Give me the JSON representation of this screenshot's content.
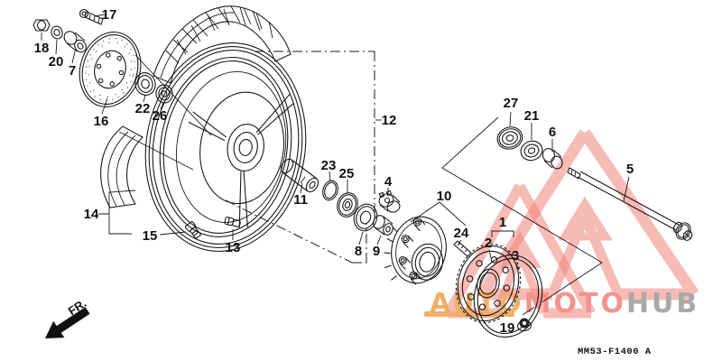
{
  "callouts": {
    "n1": "1",
    "n2": "2",
    "n3": "3",
    "n4": "4",
    "n5": "5",
    "n6": "6",
    "n7": "7",
    "n8": "8",
    "n9": "9",
    "n10": "10",
    "n11": "11",
    "n12": "12",
    "n13": "13",
    "n14": "14",
    "n15": "15",
    "n16": "16",
    "n17": "17",
    "n18": "18",
    "n19": "19",
    "n20": "20",
    "n21": "21",
    "n22": "22",
    "n23": "23",
    "n24": "24",
    "n25": "25",
    "n26": "26",
    "n27": "27"
  },
  "footer": {
    "diagram_code": "MM53-F1400 A"
  },
  "orientation": {
    "front_label": "FR."
  },
  "watermark": {
    "brand_auto": "AUTO",
    "brand_moto": "MOTO",
    "brand_hub": "HUB",
    "color_auto": "#F1B06A",
    "color_moto": "#F2948D",
    "color_hub": "#A9A9A9",
    "triangle_color": "#F0837B"
  }
}
